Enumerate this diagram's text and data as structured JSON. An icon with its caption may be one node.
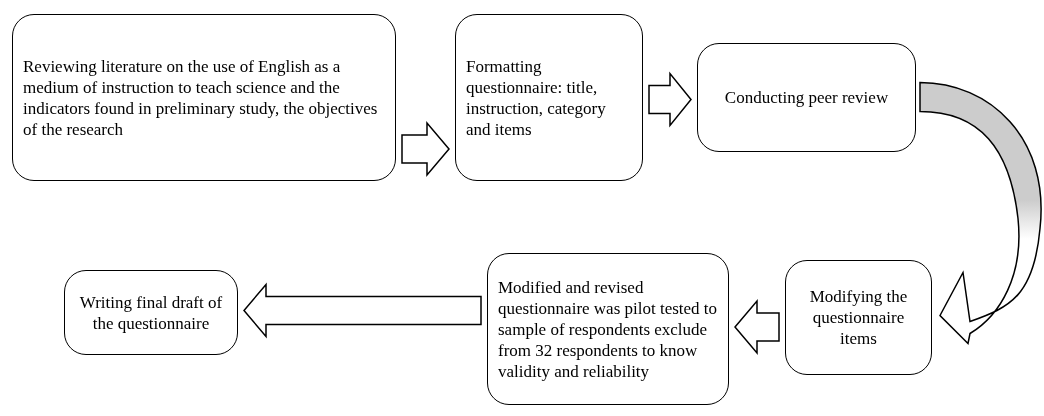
{
  "diagram": {
    "nodes": [
      {
        "text": [
          "Reviewing literature on the use of English as a medium of instruction to teach science and the indicators found in preliminary study, the objectives of the research"
        ]
      },
      {
        "text": [
          "Formatting questionnaire: title, instruction, category and items"
        ]
      },
      {
        "text": [
          "Conducting peer review"
        ]
      },
      {
        "text": [
          "Modifying the questionnaire items"
        ]
      },
      {
        "text": [
          "Modified and revised questionnaire was pilot tested to sample of respondents exclude from 32 respondents to know validity and reliability"
        ]
      },
      {
        "text": [
          "Writing final draft of the questionnaire"
        ]
      }
    ],
    "edges": [
      {
        "from": 0,
        "to": 1,
        "arrow": "to"
      },
      {
        "from": 1,
        "to": 2,
        "arrow": "to"
      },
      {
        "from": 2,
        "to": 3,
        "arrow": "to",
        "color": "#cccccc"
      },
      {
        "from": 3,
        "to": 4,
        "arrow": "to"
      },
      {
        "from": 4,
        "to": 5,
        "arrow": "to"
      }
    ]
  }
}
